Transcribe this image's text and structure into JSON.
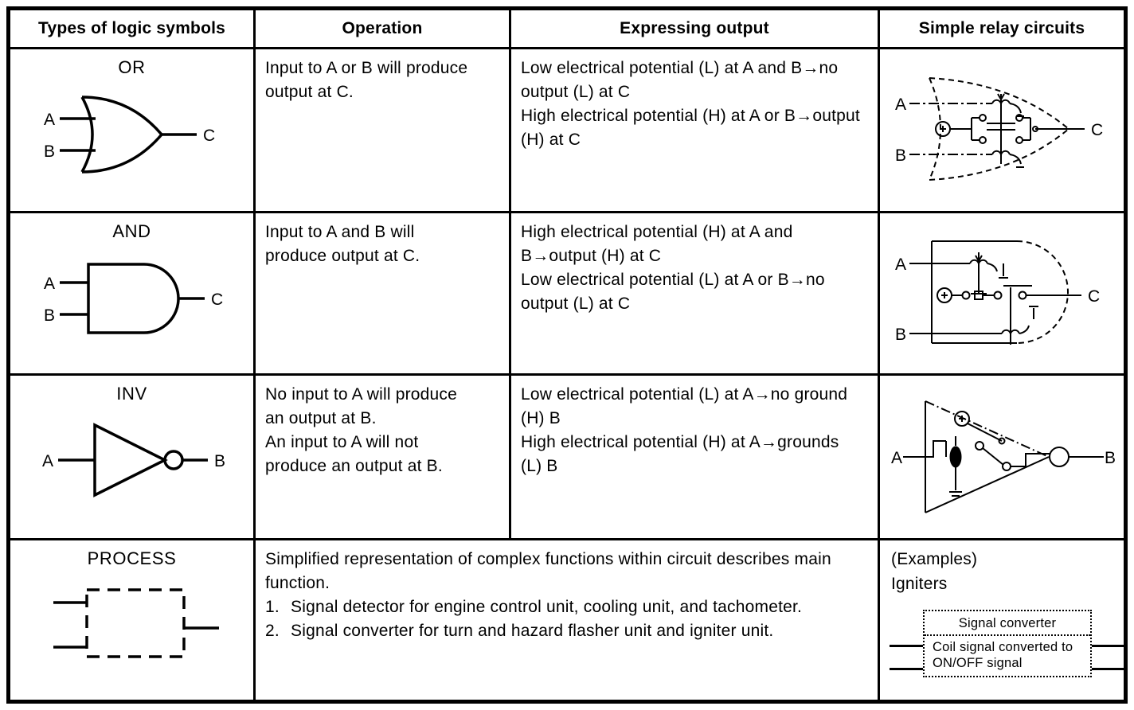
{
  "header": {
    "col1": "Types of logic symbols",
    "col2": "Operation",
    "col3": "Expressing output",
    "col4": "Simple relay circuits"
  },
  "rows": [
    {
      "symbol": "OR",
      "labels": {
        "a": "A",
        "b": "B",
        "c": "C"
      },
      "operation": [
        "Input to A or B will produce output at C."
      ],
      "output": [
        "Low electrical potential (L) at A and B→no output (L) at C",
        "High electrical potential (H) at A or B→output (H) at C"
      ],
      "relay": {
        "a": "A",
        "b": "B",
        "c": "C"
      }
    },
    {
      "symbol": "AND",
      "labels": {
        "a": "A",
        "b": "B",
        "c": "C"
      },
      "operation": [
        "Input to A and B will produce output at C."
      ],
      "output": [
        "High electrical potential (H) at A and B→output (H) at C",
        "Low electrical potential (L) at A or B→no output (L) at C"
      ],
      "relay": {
        "a": "A",
        "b": "B",
        "c": "C"
      }
    },
    {
      "symbol": "INV",
      "labels": {
        "a": "A",
        "b": "B"
      },
      "operation": [
        "No input to A will produce an output at B.",
        "An input to A will not produce an output at B."
      ],
      "output": [
        "Low electrical potential (L) at A→no ground (H) B",
        "High electrical potential (H) at A→grounds (L) B"
      ],
      "relay": {
        "a": "A",
        "b": "B"
      }
    }
  ],
  "process_row": {
    "symbol": "PROCESS",
    "description": "Simplified representation of complex functions within circuit describes main function.",
    "items": [
      {
        "num": "1.",
        "text": "Signal detector for engine control unit, cooling unit, and tachometer."
      },
      {
        "num": "2.",
        "text": "Signal converter for turn and hazard flasher unit and igniter unit."
      }
    ],
    "examples_label": "(Examples)",
    "examples_title": "Igniters",
    "box": {
      "top": "Signal converter",
      "bottom": "Coil signal converted to ON/OFF signal"
    }
  },
  "colors": {
    "ink": "#000000",
    "paper": "#ffffff"
  }
}
